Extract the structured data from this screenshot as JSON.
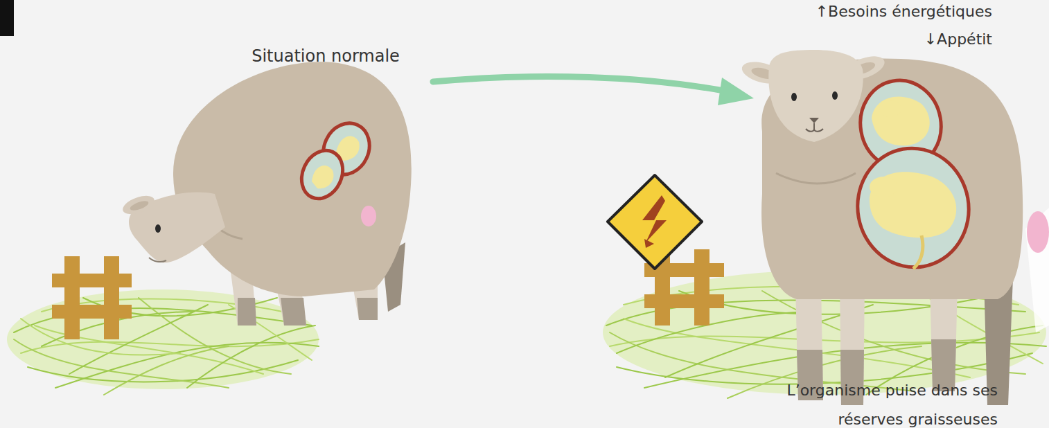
{
  "diagram": {
    "labels": [
      "Situation normale",
      "↑Besoins énergétiques",
      "↓Appétit",
      "L’organisme puise dans ses réserves graisseuses"
    ]
  }
}
